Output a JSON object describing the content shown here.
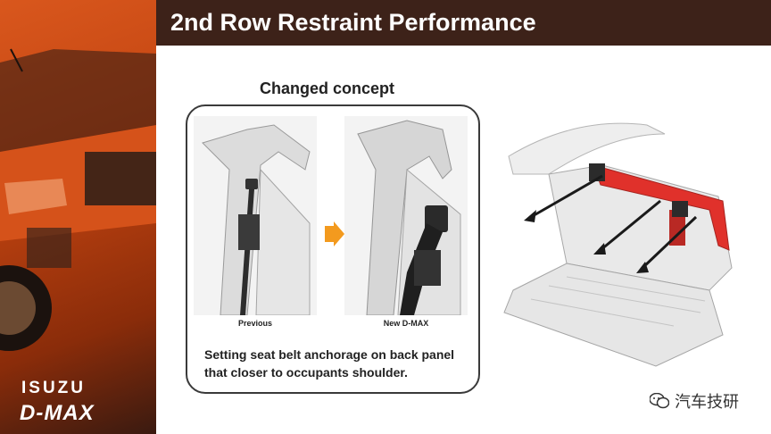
{
  "header": {
    "title": "2nd Row Restraint Performance"
  },
  "brand": {
    "isuzu": "ISUZU",
    "dmax": "D-MAX"
  },
  "concept": {
    "heading": "Changed concept",
    "previous_caption": "Previous",
    "new_caption": "New D-MAX",
    "description_line1": "Setting seat belt anchorage on back panel",
    "description_line2": "that closer to occupants shoulder."
  },
  "watermark": {
    "text": "汽车技研",
    "icon": "wechat-icon"
  },
  "colors": {
    "title_bar": "#3d2219",
    "accent_orange": "#f39a1e",
    "anchorage_red": "#e0312b",
    "left_panel": "#c04310"
  },
  "icons": {
    "arrow": "orange-right-arrow",
    "pointer_arrows": "black-arrow"
  }
}
